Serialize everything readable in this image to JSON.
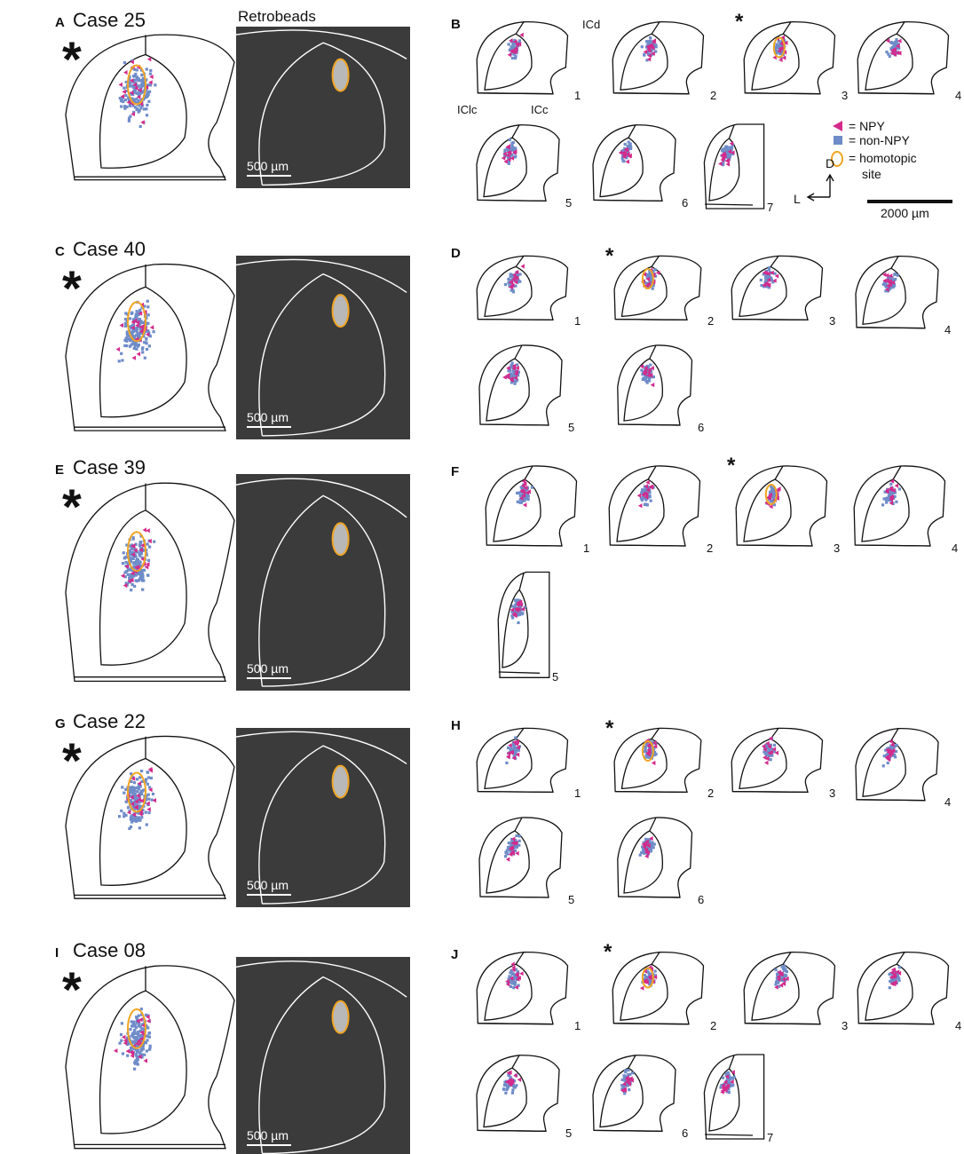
{
  "header": {
    "retrobeads_label": "Retrobeads"
  },
  "colors": {
    "npy": "#d42a8c",
    "non_npy": "#6f8cc9",
    "homotopic": "#f0a524"
  },
  "legend": {
    "npy": "= NPY",
    "non_npy": "= non-NPY",
    "homotopic": "= homotopic",
    "homotopic_line2": "site",
    "axis_d": "D",
    "axis_l": "L",
    "scale": "2000 µm"
  },
  "panelB_labels": {
    "icd": "ICd",
    "iclc": "IClc",
    "icc": "ICc"
  },
  "micro_scale": "500 µm",
  "rows": [
    {
      "letter": "A",
      "title": "Case 25",
      "sub_letter": "B",
      "sections": [
        "1",
        "2",
        "3",
        "4",
        "5",
        "6",
        "7"
      ],
      "starred_section": 3
    },
    {
      "letter": "C",
      "title": "Case 40",
      "sub_letter": "D",
      "sections": [
        "1",
        "2",
        "3",
        "4",
        "5",
        "6"
      ],
      "starred_section": 2
    },
    {
      "letter": "E",
      "title": "Case 39",
      "sub_letter": "F",
      "sections": [
        "1",
        "2",
        "3",
        "4",
        "5"
      ],
      "starred_section": 3
    },
    {
      "letter": "G",
      "title": "Case 22",
      "sub_letter": "H",
      "sections": [
        "1",
        "2",
        "3",
        "4",
        "5",
        "6"
      ],
      "starred_section": 2
    },
    {
      "letter": "I",
      "title": "Case 08",
      "sub_letter": "J",
      "sections": [
        "1",
        "2",
        "3",
        "4",
        "5",
        "6",
        "7"
      ],
      "starred_section": 2
    }
  ]
}
